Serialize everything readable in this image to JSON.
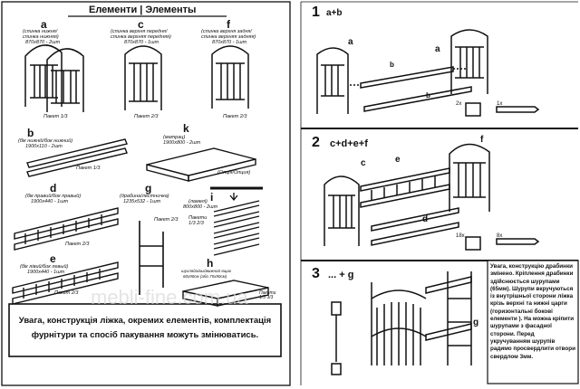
{
  "header": {
    "title": "Елементи | Элементы"
  },
  "elements": {
    "a": {
      "letter": "a",
      "desc1": "(спинка нижня/",
      "desc2": "спинка нижняя)",
      "size": "870x870 - 2шт",
      "pack": "Пакет 1/3"
    },
    "c": {
      "letter": "c",
      "desc1": "(спинка верхня передня/",
      "desc2": "спинка верхняя передняя)",
      "size": "870x870 - 1шт",
      "pack": "Пакет 2/3"
    },
    "f": {
      "letter": "f",
      "desc1": "(спинка верхня задня/",
      "desc2": "спинка верхняя задняя)",
      "size": "870x870 - 1шт",
      "pack": "Пакет 2/3"
    },
    "b": {
      "letter": "b",
      "desc": "(бік нижній/бок нижний)",
      "size": "1900x110 - 2шт",
      "pack": "Пакет 1/3"
    },
    "k": {
      "letter": "k",
      "desc": "(матрац)",
      "size": "1900x800 - 2шт",
      "pack": "(Опція/Опция)"
    },
    "d": {
      "letter": "d",
      "desc1": "(бік правий/бок правый)",
      "size": "1900x440 - 1шт",
      "pack": "Пакет 2/3"
    },
    "g": {
      "letter": "g",
      "desc": "(драбина/лестничка)",
      "size": "1235x532 - 1шт",
      "pack": "Пакет 2/3"
    },
    "i": {
      "letter": "i",
      "desc": "(ламелі)",
      "size": "800x800 - 2шт",
      "pack": "Пакети 1/3 2/3"
    },
    "e": {
      "letter": "e",
      "desc1": "(бік лівий/бок левый)",
      "size": "1900x440 - 1шт",
      "pack": "Пакет 2/3"
    },
    "h": {
      "letter": "h",
      "desc1": "шухляда/выдвижной ящик",
      "size": "60x90см (або 75x90см)",
      "pack": "Пакети 1/3 3/3"
    }
  },
  "notice": {
    "line1": "Увага, конструкція ліжка, окремих елементів, комплектація",
    "line2": "фурнітури та спосіб пакування можуть змінюватись."
  },
  "steps": [
    {
      "num": "1",
      "label": "a+b"
    },
    {
      "num": "2",
      "label": "c+d+e+f"
    },
    {
      "num": "3",
      "label": "... + g"
    }
  ],
  "labels": {
    "s1_a": "a",
    "s1_b1": "b",
    "s1_b2": "b",
    "s1_a2": "a",
    "s2_c": "c",
    "s2_e": "e",
    "s2_f": "f",
    "s2_d": "d",
    "s3_g": "g"
  },
  "hardware": {
    "s1_qty1": "2x",
    "s1_qty2": "1x",
    "s2_qty1": "18x",
    "s2_qty2": "8x"
  },
  "ladder_note": {
    "text": "Увага, конструкцію драбинки змінено. Кріплення драбинки здійснюється шурупами (65мм). Шурупи вкручуються із внутрішньої сторони ліжка крізь верхні та нижні царги (горизонтальні бокові елементи ). На можна кріпити шурупами з фасадної сторони. Перед укручуванням шурупів радимо просвердлити отвори свердлом 3мм."
  },
  "watermark": "mebli-fine.com.ua"
}
